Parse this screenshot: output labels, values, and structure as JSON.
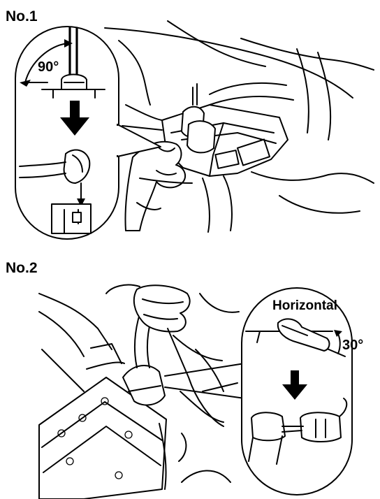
{
  "step1": {
    "label": "No.1",
    "angle_label": "90°"
  },
  "step2": {
    "label": "No.2",
    "reference_label": "Horizontal",
    "angle_label": "30°"
  }
}
